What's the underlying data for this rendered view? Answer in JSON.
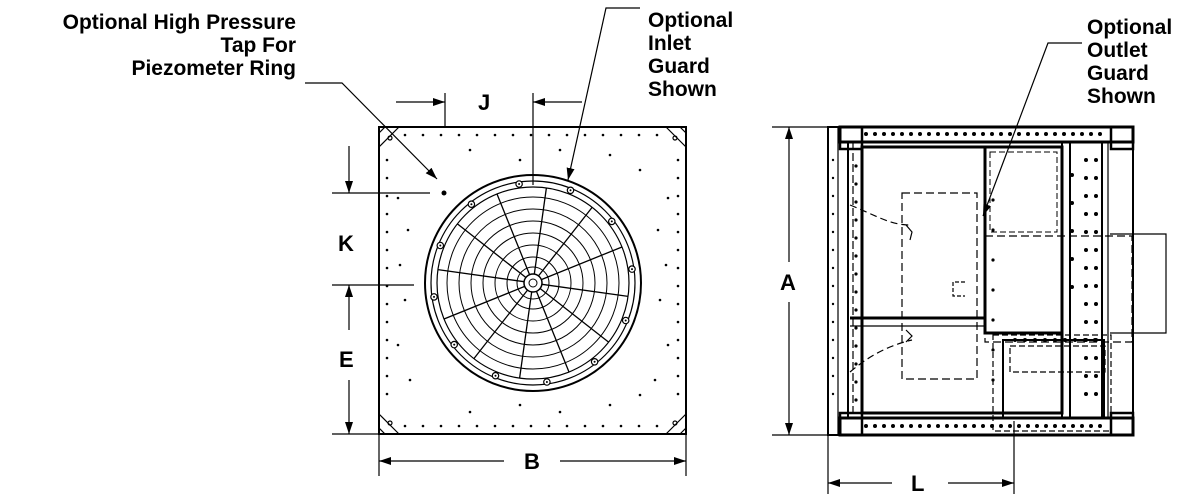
{
  "callouts": {
    "high_pressure_tap": [
      "Optional High Pressure",
      "Tap For",
      "Piezometer Ring"
    ],
    "inlet_guard": [
      "Optional",
      "Inlet",
      "Guard",
      "Shown"
    ],
    "outlet_guard": [
      "Optional",
      "Outlet",
      "Guard",
      "Shown"
    ]
  },
  "dimensions": {
    "a": "A",
    "b": "B",
    "e": "E",
    "j": "J",
    "k": "K",
    "l": "L"
  },
  "colors": {
    "line": "#000000",
    "background": "#ffffff"
  }
}
